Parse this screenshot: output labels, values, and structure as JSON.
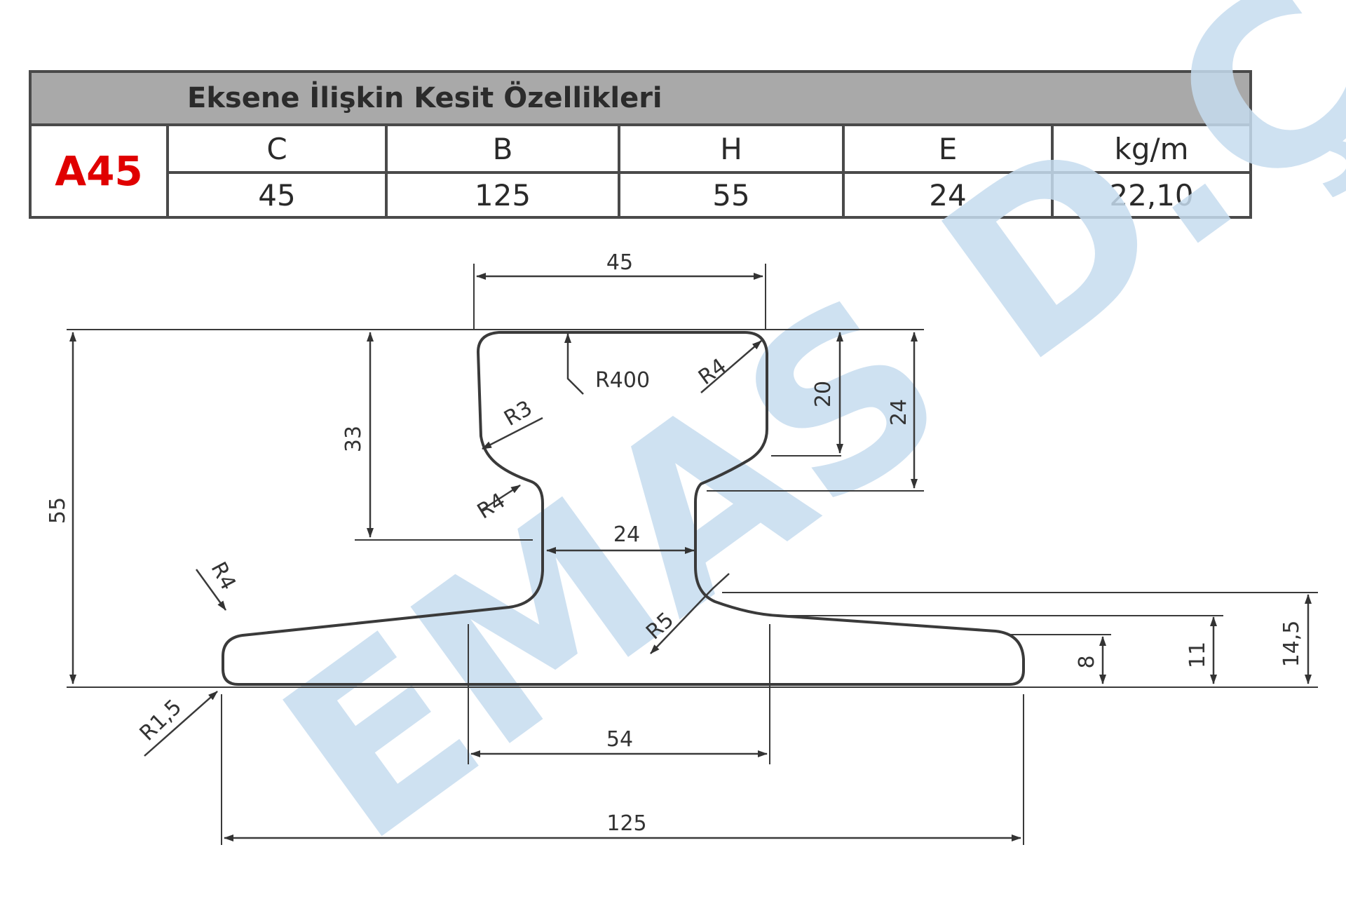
{
  "table": {
    "title": "Eksene İlişkin Kesit Özellikleri",
    "code": "A45",
    "headers": [
      "C",
      "B",
      "H",
      "E",
      "kg/m"
    ],
    "values": [
      "45",
      "125",
      "55",
      "24",
      "22,10"
    ]
  },
  "drawing": {
    "dimensions": {
      "top_width": "45",
      "total_height": "55",
      "head_to_web": "33",
      "head_height": "20",
      "head_overall": "24",
      "web_width": "24",
      "foot_span": "54",
      "base_width": "125",
      "foot_tip": "8",
      "foot_mid": "11",
      "foot_root": "14,5"
    },
    "radii": {
      "crown": "R400",
      "head_corner": "R4",
      "head_underside": "R3",
      "web_top": "R4",
      "web_root": "R5",
      "foot_top": "R4",
      "foot_base": "R1,5"
    }
  },
  "watermark": "EMAS D.Ç.",
  "colors": {
    "code_red": "#e00000",
    "title_band": "#a9a9a9",
    "line": "#3a3a3a",
    "watermark": "#c6dcef"
  }
}
